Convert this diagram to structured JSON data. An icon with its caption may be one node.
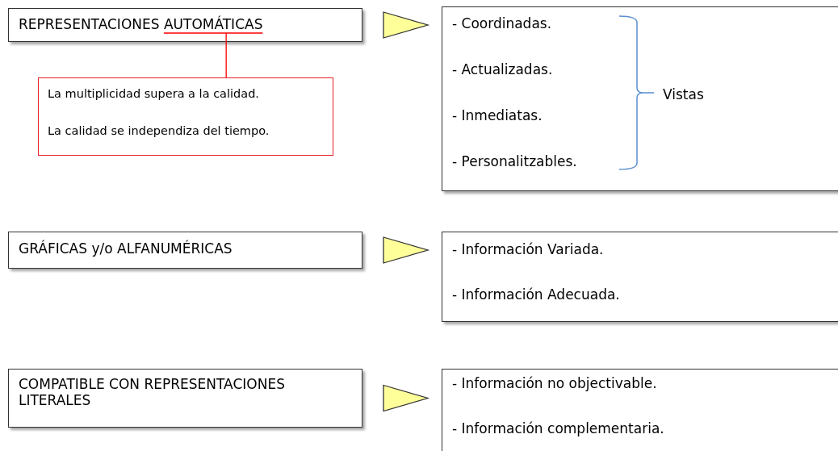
{
  "diagram": {
    "nodes": [
      {
        "text": [
          "REPRESENTACIONES AUTOMÁTICAS"
        ]
      },
      {
        "text": [
          "La multiplicidad supera a la calidad.",
          "La calidad se independiza del tiempo."
        ]
      },
      {
        "text": [
          "- Coordinadas.",
          "- Actualizadas.",
          "- Inmediatas.",
          "- Personalitzables.",
          "Vistas"
        ]
      },
      {
        "text": [
          "GRÁFICAS y/o ALFANUMÉRICAS"
        ]
      },
      {
        "text": [
          "- Información Variada.",
          "- Información Adecuada."
        ]
      },
      {
        "text": [
          "COMPATIBLE CON REPRESENTACIONES LITERALES"
        ]
      },
      {
        "text": [
          "- Información no objectivable.",
          "- Información complementaria."
        ]
      }
    ],
    "edges": [
      {
        "from": 0,
        "to": 1,
        "arrow": "none",
        "color": "#ff0000"
      },
      {
        "from": 0,
        "to": 2,
        "arrow": "to"
      },
      {
        "from": 3,
        "to": 4,
        "arrow": "to"
      },
      {
        "from": 5,
        "to": 6,
        "arrow": "to"
      }
    ]
  }
}
